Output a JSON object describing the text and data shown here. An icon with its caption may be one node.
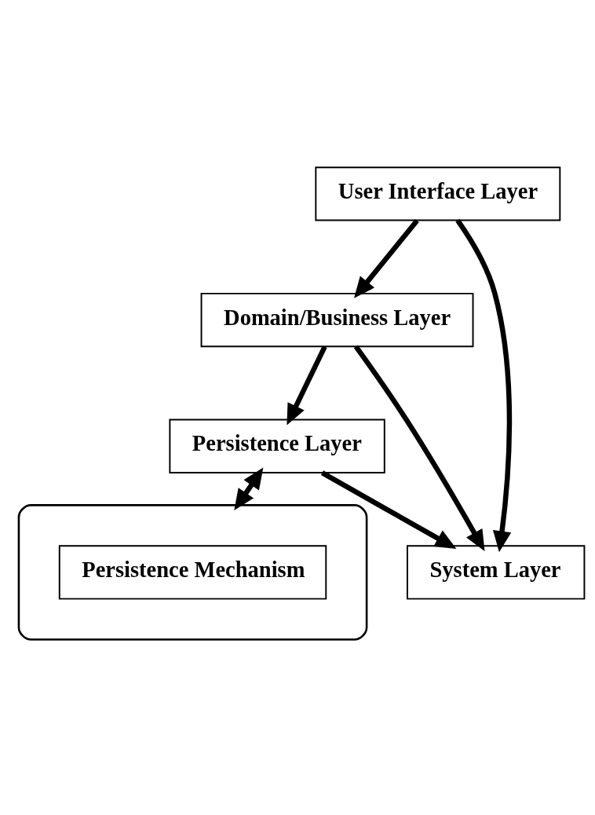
{
  "diagram": {
    "nodes": [
      {
        "text": [
          "User Interface Layer"
        ]
      },
      {
        "text": [
          "Domain/Business Layer"
        ]
      },
      {
        "text": [
          "System Layer"
        ]
      },
      {
        "text": [
          "Persistence Layer"
        ]
      },
      {
        "text": [],
        "shape": "cylinder"
      },
      {
        "text": [
          "Persistence Mechanism"
        ],
        "in": 4
      }
    ],
    "edges": [
      {
        "from": 0,
        "to": 1,
        "arrow": "to"
      },
      {
        "from": 0,
        "to": 2,
        "arrow": "to"
      },
      {
        "from": 1,
        "to": 2,
        "arrow": "to"
      },
      {
        "from": 1,
        "to": 3,
        "arrow": "to"
      },
      {
        "from": 3,
        "to": 2,
        "arrow": "to"
      },
      {
        "from": 3,
        "to": 4,
        "arrow": "both"
      }
    ]
  }
}
